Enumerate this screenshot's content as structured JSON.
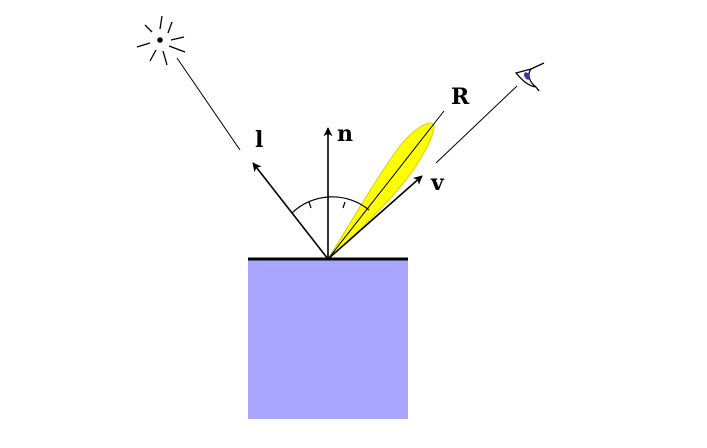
{
  "labels": {
    "light": "l",
    "normal": "n",
    "reflection": "R",
    "view": "v"
  },
  "colors": {
    "surface": "#aaa6ff",
    "surface_edge": "#000000",
    "specular_lobe": "#ffff00",
    "specular_lobe_outline": "#d4d400",
    "eye_iris": "#4433aa",
    "ink": "#000000"
  },
  "icons": {
    "light_source": "sun-icon",
    "viewer": "eye-icon"
  }
}
